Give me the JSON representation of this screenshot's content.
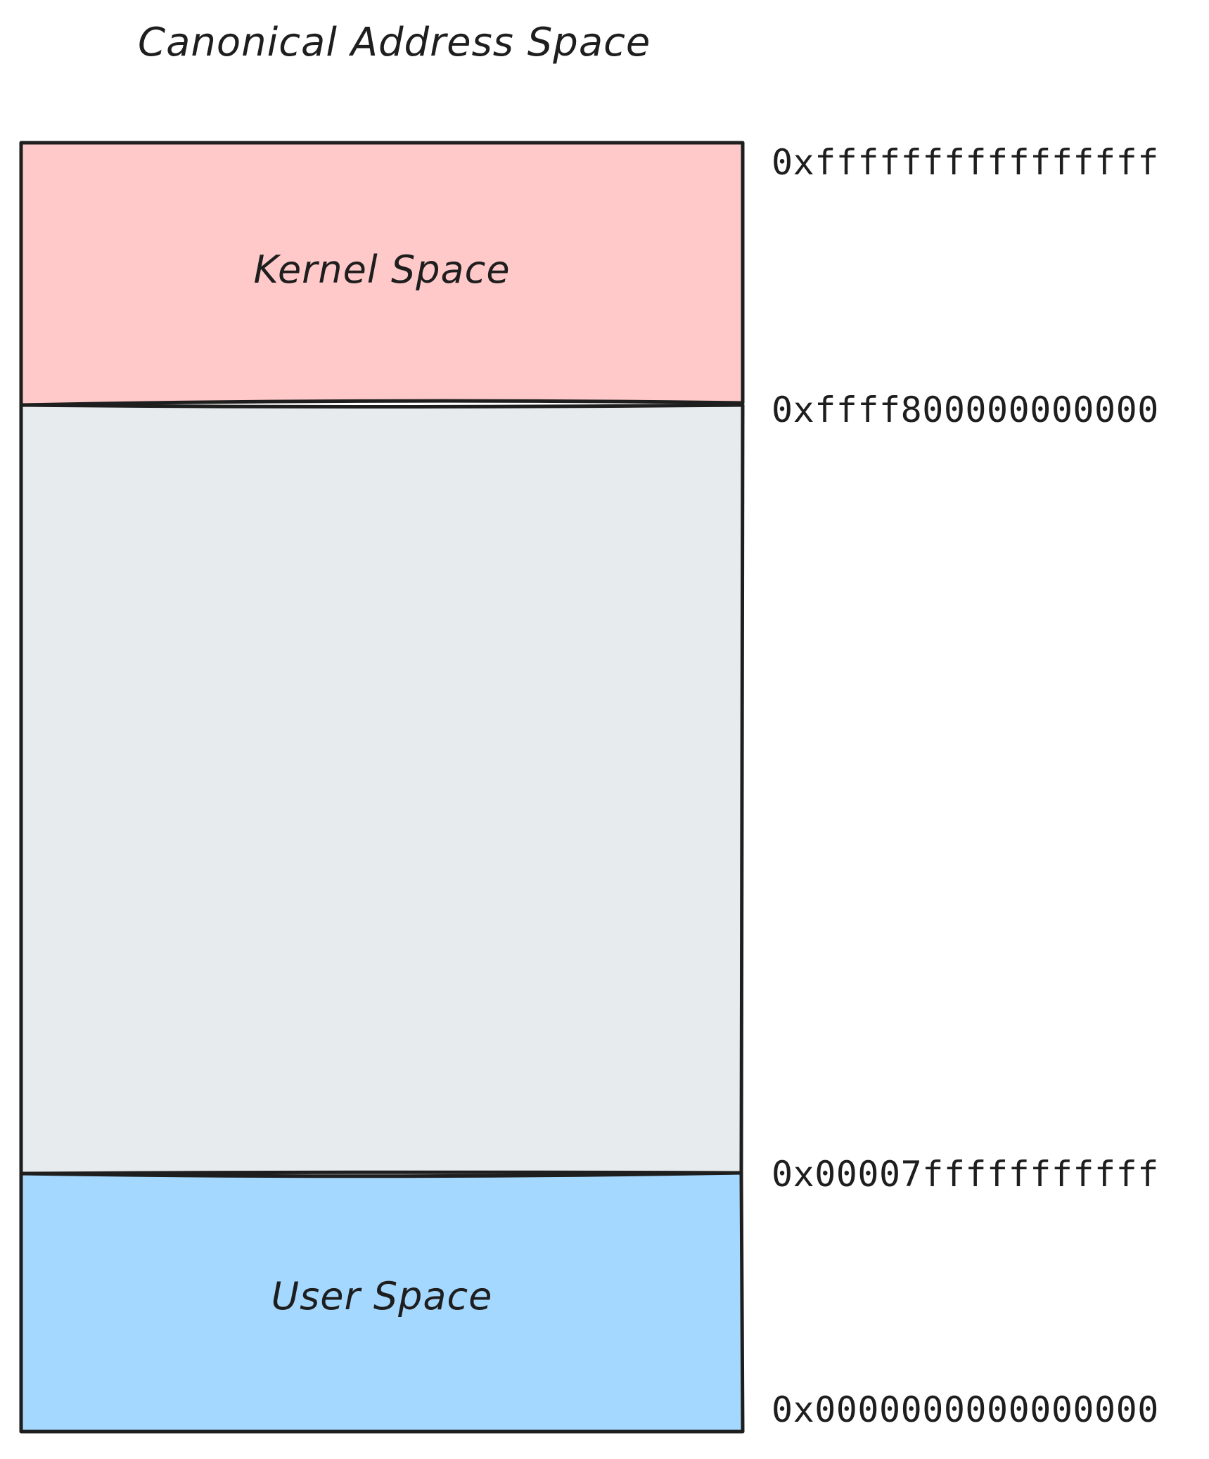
{
  "title": "Canonical Address Space",
  "regions": {
    "kernel": {
      "label": "Kernel Space",
      "color": "#ffc9c9"
    },
    "gap": {
      "label": "",
      "color": "#e8ebee"
    },
    "user": {
      "label": "User Space",
      "color": "#a5d8ff"
    }
  },
  "addresses": {
    "top": "0xffffffffffffffff",
    "kernel_start": "0xffff800000000000",
    "user_end": "0x00007fffffffffff",
    "bottom": "0x0000000000000000"
  },
  "stroke_color": "#1e1e1e"
}
